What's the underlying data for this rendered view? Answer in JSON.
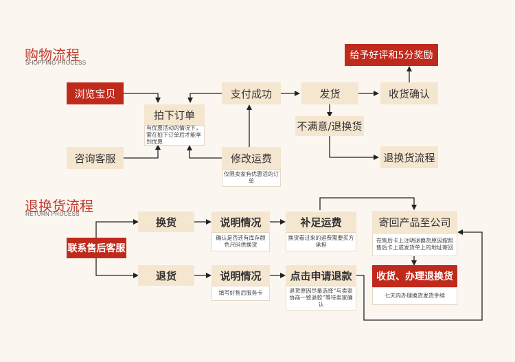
{
  "shopping": {
    "title": "购物流程",
    "subtitle": "SHOPPING PROCESS",
    "browse": "浏览宝贝",
    "consult": "咨询客服",
    "order": "拍下订单",
    "order_note": "有优惠活动的情况下，需在拍下订单后才能享到优惠",
    "pay": "支付成功",
    "modify_fee": "修改运费",
    "modify_note": "仅限卖家有优惠活的订单",
    "ship": "发货",
    "receive": "收货确认",
    "reward": "给予好评和5分奖励",
    "unsatisfied": "不满意/退换货",
    "return_flow": "退换货流程"
  },
  "returns": {
    "title": "退换货流程",
    "subtitle": "RETURN PROCESS",
    "contact": "联系售后客服",
    "exchange": "换货",
    "refund": "退货",
    "explain1": "说明情况",
    "explain1_note": "确认是否还有库存颜色尺码供换货",
    "explain2": "说明情况",
    "explain2_note": "填写好售后服务卡",
    "add_fee": "补足运费",
    "add_fee_note": "换货看过来的运费需要买方承担",
    "apply_refund": "点击申请退款",
    "apply_refund_note": "退货原因尽量选择“与卖家协商一致退款”等待卖家确认",
    "send_back": "寄回产品至公司",
    "send_back_note": "在售后卡上注明退换货原因按照售后卡上或发货单上的地址寄回",
    "process": "收货、办理退换货",
    "process_note": "七天内办理换货发货手续"
  }
}
